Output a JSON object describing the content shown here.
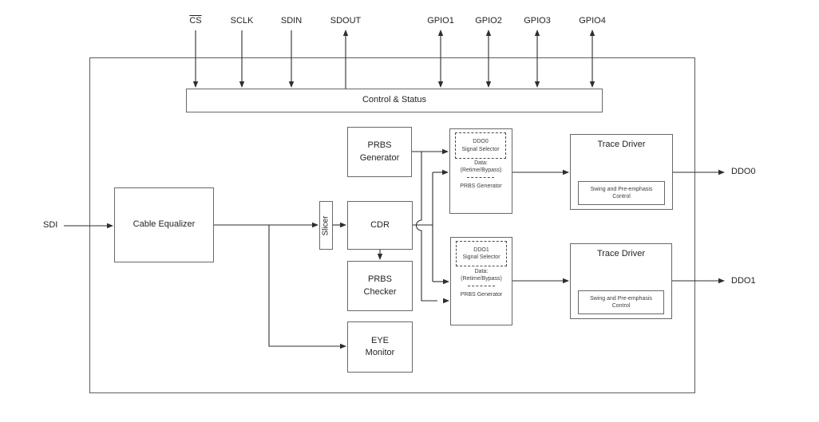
{
  "diagram": {
    "pins": [
      {
        "label": "CS",
        "overline": true,
        "direction": "input"
      },
      {
        "label": "SCLK",
        "direction": "input"
      },
      {
        "label": "SDIN",
        "direction": "input"
      },
      {
        "label": "SDOUT",
        "direction": "output"
      },
      {
        "label": "GPIO1",
        "direction": "bidirectional"
      },
      {
        "label": "GPIO2",
        "direction": "bidirectional"
      },
      {
        "label": "GPIO3",
        "direction": "bidirectional"
      },
      {
        "label": "GPIO4",
        "direction": "bidirectional"
      }
    ],
    "control_status": {
      "label": "Control & Status"
    },
    "io": {
      "sdi_label": "SDI",
      "ddo0_label": "DDO0",
      "ddo1_label": "DDO1"
    },
    "blocks": {
      "cable_equalizer": "Cable Equalizer",
      "slicer": "Slicer",
      "cdr": "CDR",
      "prbs_generator": "PRBS Generator",
      "prbs_checker": "PRBS Checker",
      "eye_monitor": "EYE Monitor"
    },
    "selectors": [
      {
        "title_line1": "DDO0",
        "title_line2": "Signal Selector",
        "source1": "Data:",
        "source1_detail": "(Retime/Bypass)",
        "source2": "PRBS Generator"
      },
      {
        "title_line1": "DDO1",
        "title_line2": "Signal Selector",
        "source1": "Data:",
        "source1_detail": "(Retime/Bypass)",
        "source2": "PRBS Generator"
      }
    ],
    "trace_drivers": [
      {
        "title": "Trace Driver",
        "control": "Swing and Pre-emphasis Control"
      },
      {
        "title": "Trace Driver",
        "control": "Swing and Pre-emphasis Control"
      }
    ],
    "colors": {
      "background": "#ffffff",
      "box_border": "#67686b",
      "wire": "#2e2e30",
      "text": "#231f20",
      "small_text": "#403b37"
    }
  }
}
